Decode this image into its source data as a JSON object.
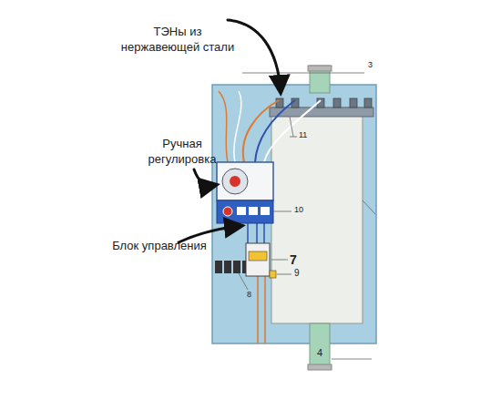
{
  "diagram": {
    "labels": [
      "ТЭНы из нержавеющей стали",
      "3",
      "11",
      "Ручная регулировка",
      "10",
      "Блок управления",
      "7",
      "9",
      "8",
      "4"
    ]
  }
}
